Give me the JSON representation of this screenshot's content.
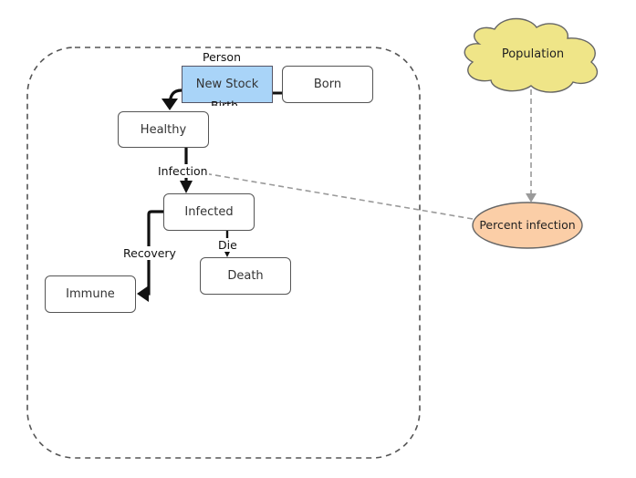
{
  "boundary": {
    "title": "Person"
  },
  "nodes": {
    "new_stock": "New Stock",
    "born": "Born",
    "healthy": "Healthy",
    "infected": "Infected",
    "immune": "Immune",
    "death": "Death",
    "population": "Population",
    "percent_infection": "Percent infection"
  },
  "edges": {
    "birth": "Birth",
    "infection": "Infection",
    "recovery": "Recovery",
    "die": "Die"
  },
  "colors": {
    "new_stock_fill": "#a9d4f8",
    "population_fill": "#efe588",
    "percent_infection_fill": "#fbcea7",
    "stroke": "#555555",
    "link_dashed": "#9a9a9a"
  }
}
